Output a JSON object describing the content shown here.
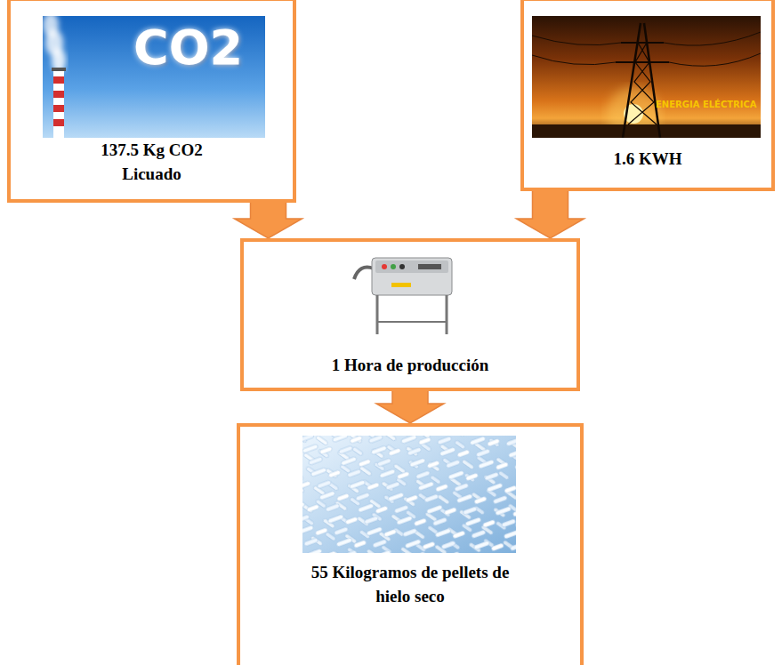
{
  "diagram": {
    "nodes": [
      {
        "text": [
          "137.5 Kg CO2 Licuado"
        ]
      },
      {
        "text": [
          "1.6 KWH"
        ]
      },
      {
        "text": [
          "1 Hora de producción"
        ]
      },
      {
        "text": [
          "55 Kilogramos de pellets de hielo seco"
        ]
      }
    ],
    "edges": [
      {
        "from": 0,
        "to": 2,
        "arrow": "to"
      },
      {
        "from": 1,
        "to": 2,
        "arrow": "to"
      },
      {
        "from": 2,
        "to": 3,
        "arrow": "to"
      }
    ],
    "labels": [
      "CO2",
      "ENERGIA ELÉCTRICA"
    ]
  }
}
